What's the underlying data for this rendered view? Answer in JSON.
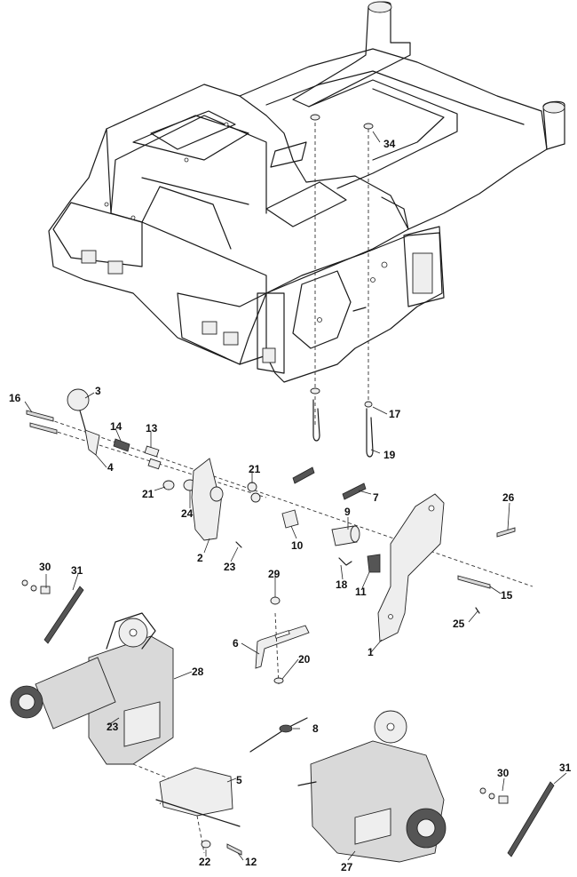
{
  "callouts": [
    {
      "id": "c34",
      "label": "34"
    },
    {
      "id": "c3",
      "label": "3"
    },
    {
      "id": "c16",
      "label": "16"
    },
    {
      "id": "c14",
      "label": "14"
    },
    {
      "id": "c13",
      "label": "13"
    },
    {
      "id": "c4",
      "label": "4"
    },
    {
      "id": "c21a",
      "label": "21"
    },
    {
      "id": "c21b",
      "label": "21"
    },
    {
      "id": "c24",
      "label": "24"
    },
    {
      "id": "c2",
      "label": "2"
    },
    {
      "id": "c23a",
      "label": "23"
    },
    {
      "id": "c10",
      "label": "10"
    },
    {
      "id": "c7",
      "label": "7"
    },
    {
      "id": "c9",
      "label": "9"
    },
    {
      "id": "c17",
      "label": "17"
    },
    {
      "id": "c19",
      "label": "19"
    },
    {
      "id": "c26",
      "label": "26"
    },
    {
      "id": "c18",
      "label": "18"
    },
    {
      "id": "c11",
      "label": "11"
    },
    {
      "id": "c15",
      "label": "15"
    },
    {
      "id": "c25",
      "label": "25"
    },
    {
      "id": "c1",
      "label": "1"
    },
    {
      "id": "c29",
      "label": "29"
    },
    {
      "id": "c6",
      "label": "6"
    },
    {
      "id": "c20",
      "label": "20"
    },
    {
      "id": "c30a",
      "label": "30"
    },
    {
      "id": "c31a",
      "label": "31"
    },
    {
      "id": "c28",
      "label": "28"
    },
    {
      "id": "c23b",
      "label": "23"
    },
    {
      "id": "c8",
      "label": "8"
    },
    {
      "id": "c5",
      "label": "5"
    },
    {
      "id": "c22",
      "label": "22"
    },
    {
      "id": "c12",
      "label": "12"
    },
    {
      "id": "c27",
      "label": "27"
    },
    {
      "id": "c30b",
      "label": "30"
    },
    {
      "id": "c31b",
      "label": "31"
    }
  ]
}
